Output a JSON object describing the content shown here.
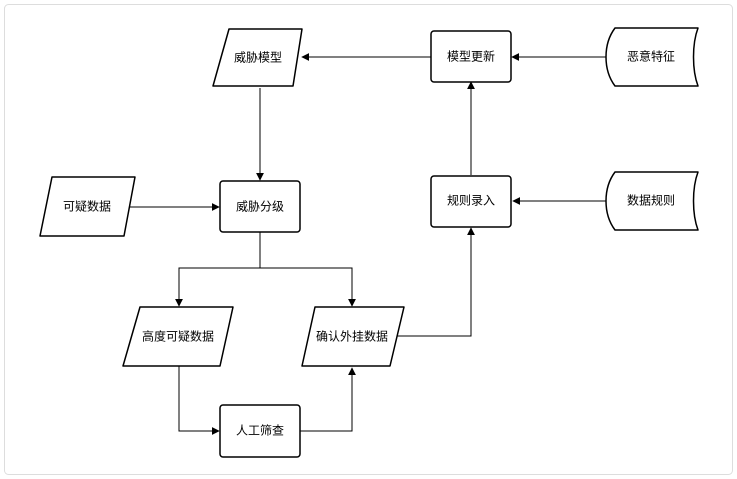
{
  "diagram": {
    "nodes": {
      "threat_model": {
        "label": "威胁模型",
        "shape": "parallelogram"
      },
      "model_update": {
        "label": "模型更新",
        "shape": "rectangle"
      },
      "malicious_features": {
        "label": "恶意特征",
        "shape": "stored-data"
      },
      "suspicious_data": {
        "label": "可疑数据",
        "shape": "parallelogram"
      },
      "threat_grading": {
        "label": "威胁分级",
        "shape": "rectangle"
      },
      "rule_entry": {
        "label": "规则录入",
        "shape": "rectangle"
      },
      "data_rules": {
        "label": "数据规则",
        "shape": "stored-data"
      },
      "highly_suspicious_data": {
        "label": "高度可疑数据",
        "shape": "parallelogram"
      },
      "confirm_cheat_data": {
        "label": "确认外挂数据",
        "shape": "parallelogram"
      },
      "manual_screening": {
        "label": "人工筛查",
        "shape": "rectangle"
      }
    },
    "edges": [
      {
        "from": "malicious_features",
        "to": "model_update"
      },
      {
        "from": "model_update",
        "to": "threat_model"
      },
      {
        "from": "threat_model",
        "to": "threat_grading"
      },
      {
        "from": "suspicious_data",
        "to": "threat_grading"
      },
      {
        "from": "data_rules",
        "to": "rule_entry"
      },
      {
        "from": "rule_entry",
        "to": "model_update"
      },
      {
        "from": "threat_grading",
        "to": "highly_suspicious_data"
      },
      {
        "from": "threat_grading",
        "to": "confirm_cheat_data"
      },
      {
        "from": "highly_suspicious_data",
        "to": "manual_screening"
      },
      {
        "from": "manual_screening",
        "to": "confirm_cheat_data"
      },
      {
        "from": "confirm_cheat_data",
        "to": "rule_entry"
      }
    ],
    "colors": {
      "stroke": "#000000",
      "fill": "#ffffff",
      "frame": "#dddddd"
    }
  }
}
